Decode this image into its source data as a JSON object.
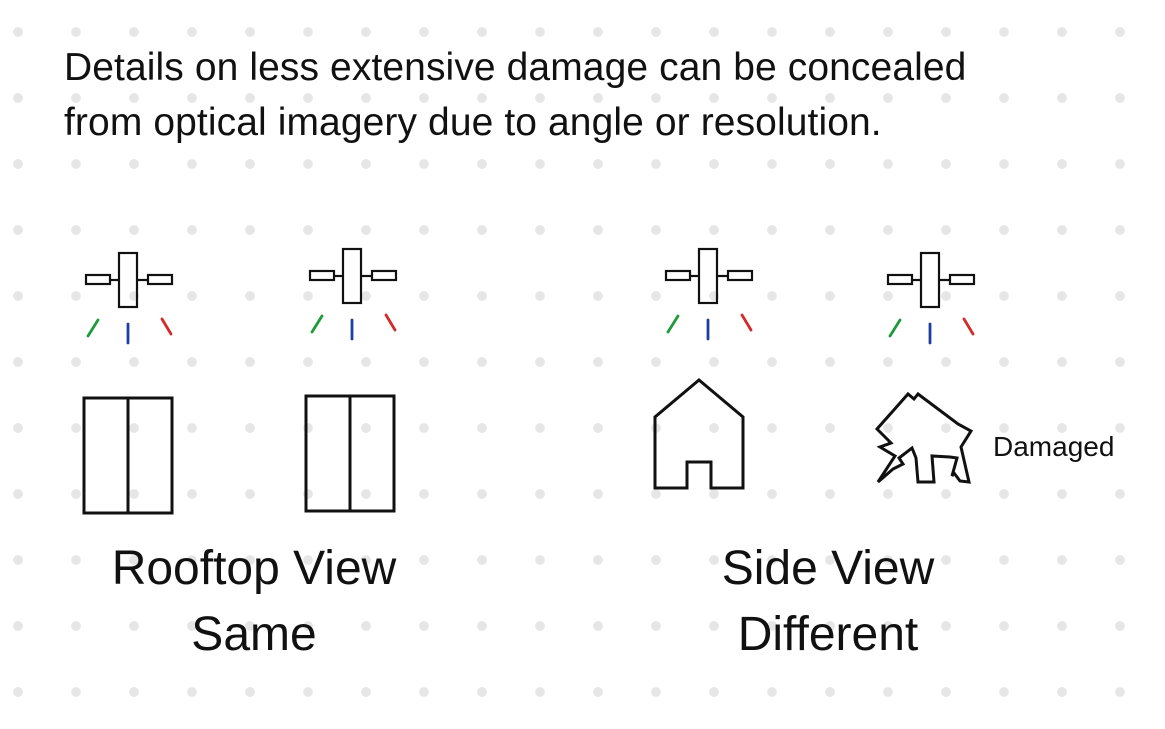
{
  "headline": {
    "line1": "Details on less extensive damage can be concealed",
    "line2": "from optical imagery due to angle or resolution."
  },
  "rooftop_view": {
    "title": "Rooftop View",
    "verdict": "Same"
  },
  "side_view": {
    "title": "Side View",
    "verdict": "Different",
    "damaged_label": "Damaged"
  },
  "colors": {
    "ray_green": "#1f9a3a",
    "ray_blue": "#1f3fa0",
    "ray_red": "#d42a2a",
    "outline": "#111111",
    "dot_grid": "#e6e6e6"
  },
  "icons": {
    "satellite": "satellite-icon",
    "rooftop_building": "rooftop-building-icon",
    "house": "house-icon",
    "damaged_house": "damaged-house-icon"
  }
}
